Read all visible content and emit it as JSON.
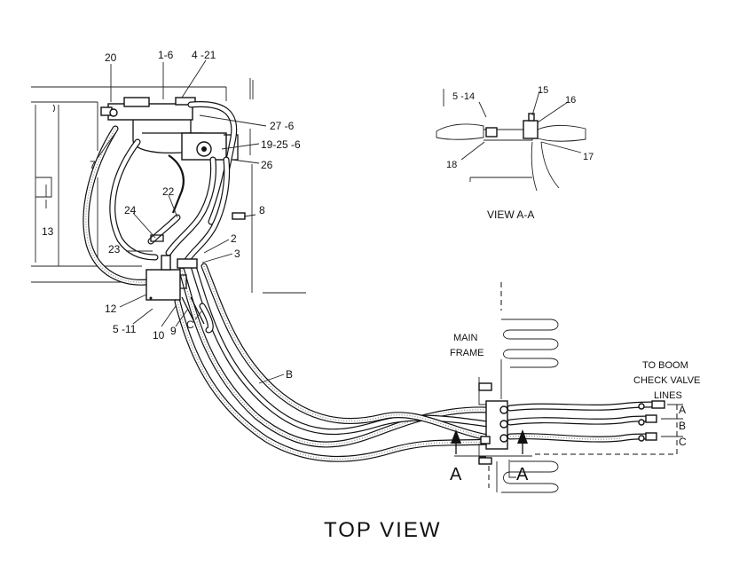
{
  "diagram": {
    "title": "TOP VIEW",
    "view_title": "VIEW A-A",
    "main_frame_label": [
      "MAIN",
      "FRAME"
    ],
    "to_boom_label": [
      "TO BOOM",
      "CHECK VALVE",
      "LINES"
    ],
    "section_marks": [
      "A",
      "A"
    ],
    "line_letters_right": [
      "A",
      "B",
      "C"
    ],
    "hose_labels": {
      "b": "B",
      "c": "C"
    },
    "callouts": {
      "c20": "20",
      "c1_6": "1-6",
      "c4_21": "4 -21",
      "c27_6": "27 -6",
      "c19_25_6": "19-25 -6",
      "c26": "26",
      "c7": "7",
      "c22": "22",
      "c24": "24",
      "c23": "23",
      "c8": "8",
      "c2": "2",
      "c3": "3",
      "c13": "13",
      "c12": "12",
      "c5_11": "5 -11",
      "c10": "10",
      "c9": "9",
      "c5_14": "5 -14",
      "c15": "15",
      "c16": "16",
      "c18": "18",
      "c17": "17"
    }
  }
}
